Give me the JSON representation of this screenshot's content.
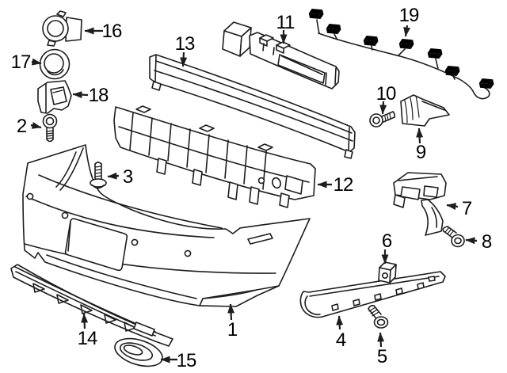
{
  "diagram": {
    "type": "exploded-parts-diagram",
    "background_color": "#ffffff",
    "line_color": "#1d1d1d",
    "label_font_size": 24,
    "callouts": [
      {
        "number": "1",
        "text": [
          293,
          424
        ],
        "arrow": [
          [
            292,
            404
          ],
          [
            291,
            384
          ]
        ]
      },
      {
        "number": "2",
        "text": [
          27,
          167
        ],
        "arrow": [
          [
            39,
            158
          ],
          [
            52,
            161
          ]
        ]
      },
      {
        "number": "3",
        "text": [
          161,
          231
        ],
        "arrow": [
          [
            150,
            222
          ],
          [
            136,
            223
          ]
        ]
      },
      {
        "number": "4",
        "text": [
          430,
          437
        ],
        "arrow": [
          [
            429,
            416
          ],
          [
            428,
            399
          ]
        ]
      },
      {
        "number": "5",
        "text": [
          482,
          458
        ],
        "arrow": [
          [
            481,
            438
          ],
          [
            480,
            420
          ]
        ]
      },
      {
        "number": "6",
        "text": [
          488,
          312
        ],
        "arrow": [
          [
            486,
            315
          ],
          [
            486,
            333
          ]
        ]
      },
      {
        "number": "7",
        "text": [
          589,
          271
        ],
        "arrow": [
          [
            578,
            261
          ],
          [
            564,
            259
          ]
        ]
      },
      {
        "number": "8",
        "text": [
          614,
          313
        ],
        "arrow": [
          [
            602,
            304
          ],
          [
            588,
            303
          ]
        ]
      },
      {
        "number": "9",
        "text": [
          531,
          200
        ],
        "arrow": [
          [
            530,
            181
          ],
          [
            529,
            162
          ]
        ]
      },
      {
        "number": "10",
        "text": [
          487,
          126
        ],
        "arrow": [
          [
            484,
            128
          ],
          [
            483,
            144
          ]
        ]
      },
      {
        "number": "11",
        "text": [
          360,
          36
        ],
        "arrow": [
          [
            358,
            38
          ],
          [
            358,
            55
          ]
        ]
      },
      {
        "number": "12",
        "text": [
          433,
          241
        ],
        "arrow": [
          [
            419,
            233
          ],
          [
            401,
            233
          ]
        ]
      },
      {
        "number": "13",
        "text": [
          233,
          63
        ],
        "arrow": [
          [
            232,
            66
          ],
          [
            231,
            84
          ]
        ]
      },
      {
        "number": "14",
        "text": [
          110,
          435
        ],
        "arrow": [
          [
            107,
            415
          ],
          [
            106,
            396
          ]
        ]
      },
      {
        "number": "15",
        "text": [
          235,
          463
        ],
        "arrow": [
          [
            224,
            454
          ],
          [
            203,
            454
          ]
        ]
      },
      {
        "number": "16",
        "text": [
          141,
          47
        ],
        "arrow": [
          [
            130,
            39
          ],
          [
            107,
            39
          ]
        ]
      },
      {
        "number": "17",
        "text": [
          26,
          86
        ],
        "arrow": [
          [
            40,
            78
          ],
          [
            52,
            80
          ]
        ]
      },
      {
        "number": "18",
        "text": [
          124,
          128
        ],
        "arrow": [
          [
            111,
            120
          ],
          [
            92,
            119
          ]
        ]
      },
      {
        "number": "19",
        "text": [
          516,
          27
        ],
        "arrow": [
          [
            514,
            32
          ],
          [
            512,
            46
          ]
        ]
      }
    ]
  }
}
